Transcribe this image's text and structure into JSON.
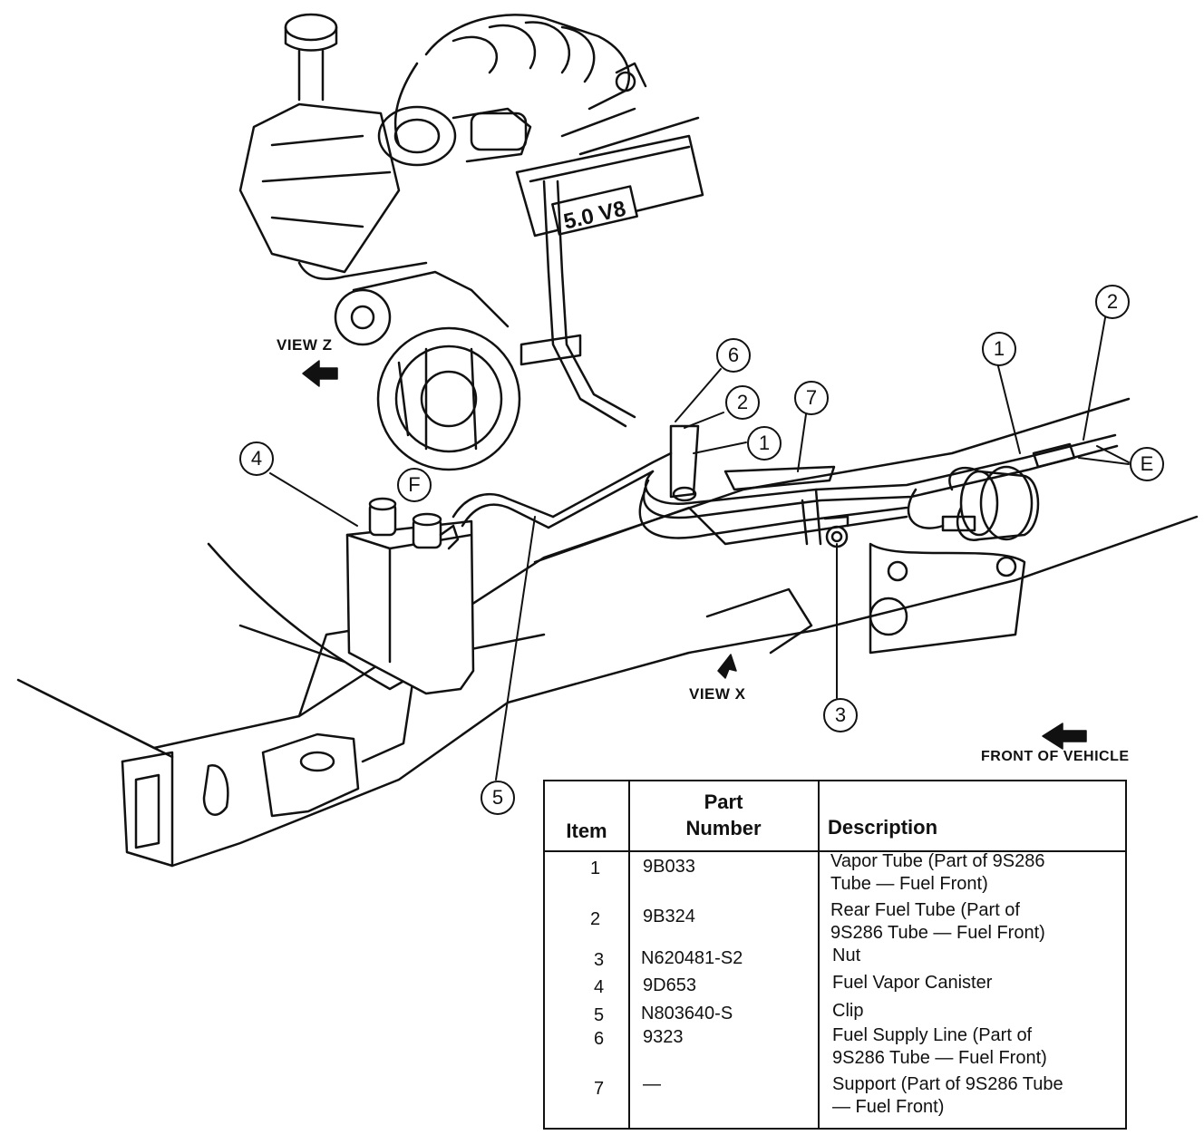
{
  "view_labels": {
    "view_z": "VIEW Z",
    "view_x": "VIEW X",
    "front_of_vehicle": "FRONT OF VEHICLE"
  },
  "engine_badge": "5.0 V8",
  "callouts": {
    "c1a": "1",
    "c1b": "1",
    "c2a": "2",
    "c2b": "2",
    "c3": "3",
    "c4": "4",
    "c5": "5",
    "c6": "6",
    "c7": "7",
    "cE": "E",
    "cF": "F"
  },
  "table": {
    "headers": {
      "item": "Item",
      "part_number": "Part\nNumber",
      "description": "Description"
    },
    "rows": [
      {
        "item": "1",
        "part": "9B033",
        "desc": "Vapor Tube (Part of 9S286\nTube — Fuel Front)"
      },
      {
        "item": "2",
        "part": "9B324",
        "desc": "Rear Fuel Tube (Part of\n9S286 Tube — Fuel Front)"
      },
      {
        "item": "3",
        "part": "N620481-S2",
        "desc": "Nut"
      },
      {
        "item": "4",
        "part": "9D653",
        "desc": "Fuel Vapor Canister"
      },
      {
        "item": "5",
        "part": "N803640-S",
        "desc": "Clip"
      },
      {
        "item": "6",
        "part": "9323",
        "desc": "Fuel Supply Line (Part of\n9S286 Tube — Fuel Front)"
      },
      {
        "item": "7",
        "part": "—",
        "desc": "Support (Part of 9S286 Tube\n— Fuel Front)"
      }
    ]
  }
}
